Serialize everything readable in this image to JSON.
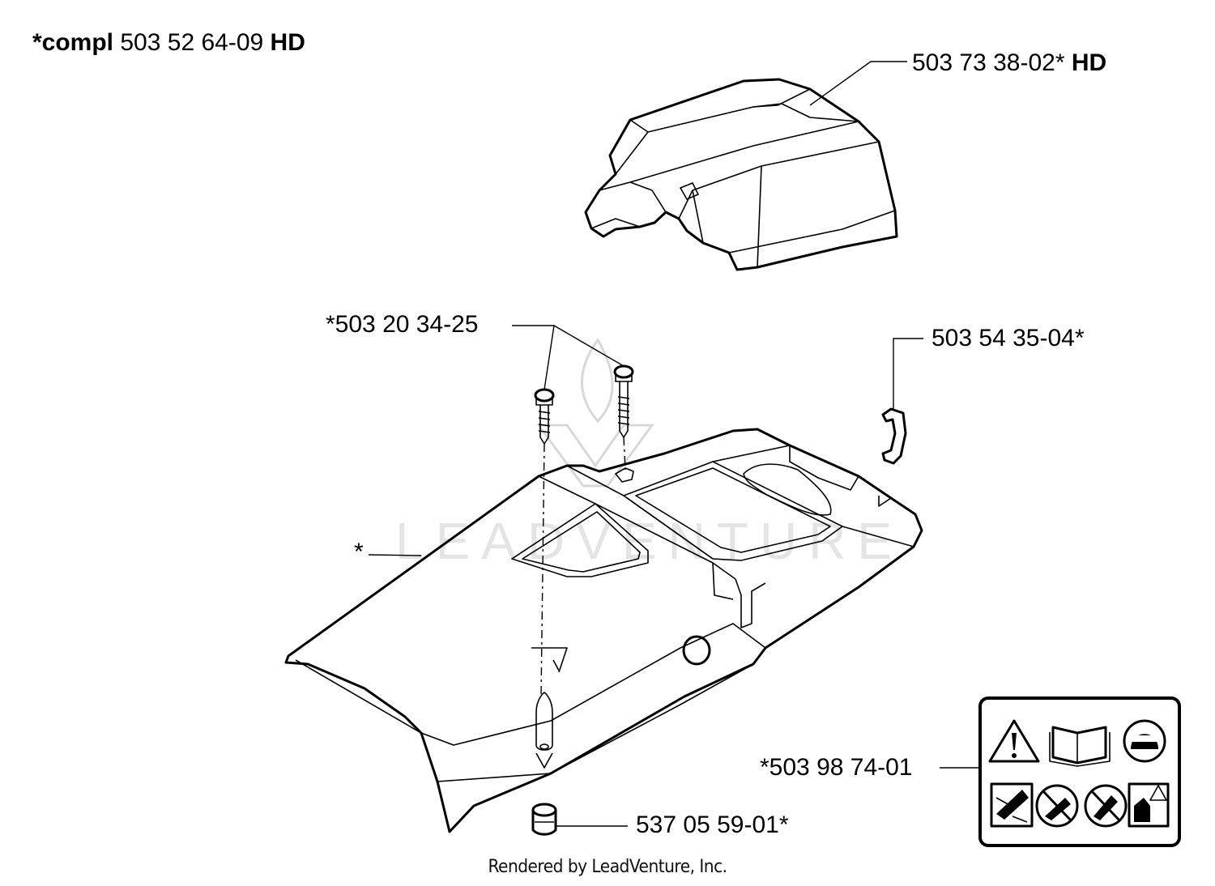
{
  "header": {
    "prefix": "*compl",
    "number": "503 52 64-09",
    "suffix": "HD"
  },
  "parts": {
    "top_cover": {
      "number": "503 73 38-02*",
      "suffix": "HD"
    },
    "screws": {
      "number": "*503 20 34-25"
    },
    "clip": {
      "number": "503 54 35-04*"
    },
    "housing": {
      "number": "*"
    },
    "decal": {
      "number": "*503 98 74-01"
    },
    "grommet": {
      "number": "537 05 59-01*"
    }
  },
  "watermark": {
    "text": "LEADVENTURE"
  },
  "footer": {
    "credit": "Rendered by LeadVenture, Inc."
  },
  "colors": {
    "line": "#000000",
    "background": "#ffffff",
    "watermark": "#dcdcdc"
  }
}
